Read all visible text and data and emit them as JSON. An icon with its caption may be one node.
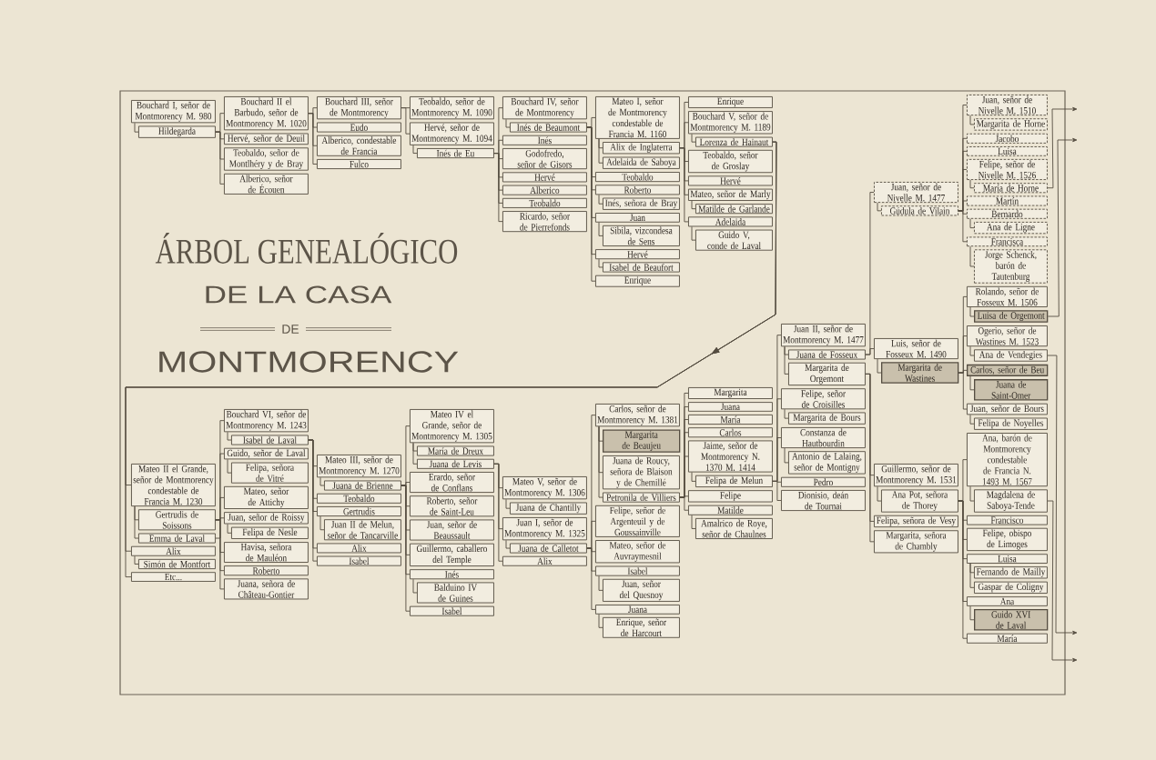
{
  "diagram": {
    "title": "ÁRBOL GENEALÓGICO",
    "labels": [
      "DE LA CASA",
      "DE",
      "MONTMORENCY"
    ],
    "nodes": [
      {
        "text": [
          "Bouchard I, señor de Montmorency M. 980"
        ]
      },
      {
        "text": [
          "Hildegarda"
        ]
      },
      {
        "text": [
          "Bouchard II el Barbudo, señor de Montmorency M. 1020"
        ]
      },
      {
        "text": [
          "Hervé, señor de Deuil"
        ]
      },
      {
        "text": [
          "Teobaldo, señor de Montlhéry y de Bray"
        ]
      },
      {
        "text": [
          "Alberico, señor de Écouen"
        ]
      },
      {
        "text": [
          "Bouchard III, señor de Montmorency"
        ]
      },
      {
        "text": [
          "Eudo"
        ]
      },
      {
        "text": [
          "Alberico, condestable de Francia"
        ]
      },
      {
        "text": [
          "Fulco"
        ]
      },
      {
        "text": [
          "Teobaldo, señor de Montmorency M. 1090"
        ]
      },
      {
        "text": [
          "Hervé, señor de Montmorency M. 1094"
        ]
      },
      {
        "text": [
          "Inés de Eu"
        ]
      },
      {
        "text": [
          "Bouchard IV, señor de Montmorency"
        ]
      },
      {
        "text": [
          "Inés de Beaumont"
        ]
      },
      {
        "text": [
          "Inés"
        ]
      },
      {
        "text": [
          "Godofredo, señor de Gisors"
        ]
      },
      {
        "text": [
          "Hervé"
        ]
      },
      {
        "text": [
          "Alberico"
        ]
      },
      {
        "text": [
          "Teobaldo"
        ]
      },
      {
        "text": [
          "Ricardo, señor de Pierrefonds"
        ]
      },
      {
        "text": [
          "Mateo I, señor de Montmorency condestable de Francia M. 1160"
        ]
      },
      {
        "text": [
          "Alix de Inglaterra"
        ]
      },
      {
        "text": [
          "Adelaida de Saboya"
        ]
      },
      {
        "text": [
          "Teobaldo"
        ]
      },
      {
        "text": [
          "Roberto"
        ]
      },
      {
        "text": [
          "Inés, señora de Bray"
        ]
      },
      {
        "text": [
          "Juan"
        ]
      },
      {
        "text": [
          "Sibila, vizcondesa de Sens"
        ]
      },
      {
        "text": [
          "Hervé"
        ]
      },
      {
        "text": [
          "Isabel de Beaufort"
        ]
      },
      {
        "text": [
          "Enrique"
        ]
      },
      {
        "text": [
          "Enrique"
        ]
      },
      {
        "text": [
          "Bouchard V, señor de Montmorency M. 1189"
        ]
      },
      {
        "text": [
          "Lorenza de Hainaut"
        ]
      },
      {
        "text": [
          "Teobaldo, señor de Groslay"
        ]
      },
      {
        "text": [
          "Hervé"
        ]
      },
      {
        "text": [
          "Mateo, señor de Marly"
        ]
      },
      {
        "text": [
          "Matilde de Garlande"
        ]
      },
      {
        "text": [
          "Adelaida"
        ]
      },
      {
        "text": [
          "Guido V, conde de Laval"
        ]
      },
      {
        "text": [
          "Juan, señor de Nivelle M. 1477"
        ]
      },
      {
        "text": [
          "Gúdula de Vilain"
        ]
      },
      {
        "text": [
          "Juan, señor de Nivelle M. 1510"
        ]
      },
      {
        "text": [
          "Margarita de Horne"
        ]
      },
      {
        "text": [
          "Jacobo"
        ]
      },
      {
        "text": [
          "Luisa"
        ]
      },
      {
        "text": [
          "Felipe, señor de Nivelle M. 1526"
        ]
      },
      {
        "text": [
          "María de Horne"
        ]
      },
      {
        "text": [
          "Martín"
        ]
      },
      {
        "text": [
          "Bernardo"
        ]
      },
      {
        "text": [
          "Ana de Ligne"
        ]
      },
      {
        "text": [
          "Francisca"
        ]
      },
      {
        "text": [
          "Jorge Schenck, barón de Tautenburg"
        ]
      },
      {
        "text": [
          "Juan II, señor de Montmorency M. 1477"
        ]
      },
      {
        "text": [
          "Juana de Fosseux"
        ]
      },
      {
        "text": [
          "Margarita de Orgemont"
        ]
      },
      {
        "text": [
          "Felipe, señor de Croisilles"
        ]
      },
      {
        "text": [
          "Margarita de Bours"
        ]
      },
      {
        "text": [
          "Constanza de Hautbourdin"
        ]
      },
      {
        "text": [
          "Antonio de Lalaing, señor de Montigny"
        ]
      },
      {
        "text": [
          "Pedro"
        ]
      },
      {
        "text": [
          "Dionisio, deán de Tournai"
        ]
      },
      {
        "text": [
          "Luis, señor de Fosseux M. 1490"
        ]
      },
      {
        "text": [
          "Margarita de Wastines"
        ]
      },
      {
        "text": [
          "Rolando, señor de Fosseux M. 1506"
        ]
      },
      {
        "text": [
          "Luisa de Orgemont"
        ]
      },
      {
        "text": [
          "Ogerio, señor de Wastines M. 1523"
        ]
      },
      {
        "text": [
          "Ana de Vendegies"
        ]
      },
      {
        "text": [
          "Carlos, señor de Beu"
        ]
      },
      {
        "text": [
          "Juana de Saint-Omer"
        ]
      },
      {
        "text": [
          "Juan, señor de Bours"
        ]
      },
      {
        "text": [
          "Felipa de Noyelles"
        ]
      },
      {
        "text": [
          "Guillermo, señor de Montmorency M. 1531"
        ]
      },
      {
        "text": [
          "Ana Pot, señora de Thorey"
        ]
      },
      {
        "text": [
          "Felipa, señora de Vesy"
        ]
      },
      {
        "text": [
          "Margarita, señora de Chambly"
        ]
      },
      {
        "text": [
          "Ana, barón de Montmorency condestable de Francia N. 1493 M. 1567"
        ]
      },
      {
        "text": [
          "Magdalena de Saboya-Tende"
        ]
      },
      {
        "text": [
          "Francisco"
        ]
      },
      {
        "text": [
          "Felipe, obispo de Limoges"
        ]
      },
      {
        "text": [
          "Luisa"
        ]
      },
      {
        "text": [
          "Fernando de Mailly"
        ]
      },
      {
        "text": [
          "Gaspar de Coligny"
        ]
      },
      {
        "text": [
          "Ana"
        ]
      },
      {
        "text": [
          "Guido XVI de Laval"
        ]
      },
      {
        "text": [
          "María"
        ]
      },
      {
        "text": [
          "Mateo II el Grande, señor de Montmorency condestable de Francia M. 1230"
        ]
      },
      {
        "text": [
          "Gertrudis de Soissons"
        ]
      },
      {
        "text": [
          "Emma de Laval"
        ]
      },
      {
        "text": [
          "Alix"
        ]
      },
      {
        "text": [
          "Simón de Montfort"
        ]
      },
      {
        "text": [
          "Etc..."
        ]
      },
      {
        "text": [
          "Bouchard VI, señor de Montmorency M. 1243"
        ]
      },
      {
        "text": [
          "Isabel de Laval"
        ]
      },
      {
        "text": [
          "Guido, señor de Laval"
        ]
      },
      {
        "text": [
          "Felipa, señora de Vitré"
        ]
      },
      {
        "text": [
          "Mateo, señor de Attichy"
        ]
      },
      {
        "text": [
          "Juan, señor de Roissy"
        ]
      },
      {
        "text": [
          "Felipa de Nesle"
        ]
      },
      {
        "text": [
          "Havisa, señora de Mauléon"
        ]
      },
      {
        "text": [
          "Roberto"
        ]
      },
      {
        "text": [
          "Juana, señora de Château-Gontier"
        ]
      },
      {
        "text": [
          "Mateo III, señor de Montmorency M. 1270"
        ]
      },
      {
        "text": [
          "Juana de Brienne"
        ]
      },
      {
        "text": [
          "Teobaldo"
        ]
      },
      {
        "text": [
          "Gertrudis"
        ]
      },
      {
        "text": [
          "Juan II de Melun, señor de Tancarville"
        ]
      },
      {
        "text": [
          "Alix"
        ]
      },
      {
        "text": [
          "Isabel"
        ]
      },
      {
        "text": [
          "Mateo IV el Grande, señor de Montmorency M. 1305"
        ]
      },
      {
        "text": [
          "María de Dreux"
        ]
      },
      {
        "text": [
          "Juana de Levis"
        ]
      },
      {
        "text": [
          "Erardo, señor de Conflans"
        ]
      },
      {
        "text": [
          "Roberto, señor de Saint-Leu"
        ]
      },
      {
        "text": [
          "Juan, señor de Beaussault"
        ]
      },
      {
        "text": [
          "Guillermo, caballero del Temple"
        ]
      },
      {
        "text": [
          "Inés"
        ]
      },
      {
        "text": [
          "Balduino IV de Guines"
        ]
      },
      {
        "text": [
          "Isabel"
        ]
      },
      {
        "text": [
          "Mateo V, señor de Montmorency M. 1306"
        ]
      },
      {
        "text": [
          "Juana de Chantilly"
        ]
      },
      {
        "text": [
          "Juan I, señor de Montmorency M. 1325"
        ]
      },
      {
        "text": [
          "Juana de Calletot"
        ]
      },
      {
        "text": [
          "Alix"
        ]
      },
      {
        "text": [
          "Carlos, señor de Montmorency M. 1381"
        ]
      },
      {
        "text": [
          "Margarita de Beaujeu"
        ]
      },
      {
        "text": [
          "Juana de Roucy, señora de Blaison y de Chemillé"
        ]
      },
      {
        "text": [
          "Petronila de Villiers"
        ]
      },
      {
        "text": [
          "Felipe, señor de Argenteuil y de Goussainville"
        ]
      },
      {
        "text": [
          "Mateo, señor de Auvraymesnil"
        ]
      },
      {
        "text": [
          "Isabel"
        ]
      },
      {
        "text": [
          "Juan, señor del Quesnoy"
        ]
      },
      {
        "text": [
          "Juana"
        ]
      },
      {
        "text": [
          "Enrique, señor de Harcourt"
        ]
      },
      {
        "text": [
          "Margarita"
        ]
      },
      {
        "text": [
          "Juana"
        ]
      },
      {
        "text": [
          "María"
        ]
      },
      {
        "text": [
          "Carlos"
        ]
      },
      {
        "text": [
          "Jaime, señor de Montmorency N. 1370 M. 1414"
        ]
      },
      {
        "text": [
          "Felipa de Melun"
        ]
      },
      {
        "text": [
          "Felipe"
        ]
      },
      {
        "text": [
          "Matilde"
        ]
      },
      {
        "text": [
          "Amalrico de Roye, señor de Chaulnes"
        ]
      }
    ],
    "edges": [
      {
        "from": 0,
        "to": 1,
        "arrow": "none"
      },
      {
        "from": 1,
        "to": 2,
        "arrow": "none"
      },
      {
        "from": 1,
        "to": 3,
        "arrow": "none"
      },
      {
        "from": 1,
        "to": 4,
        "arrow": "none"
      },
      {
        "from": 1,
        "to": 5,
        "arrow": "none"
      },
      {
        "from": 2,
        "to": 6,
        "arrow": "none"
      },
      {
        "from": 2,
        "to": 7,
        "arrow": "none"
      },
      {
        "from": 2,
        "to": 8,
        "arrow": "none"
      },
      {
        "from": 2,
        "to": 9,
        "arrow": "none"
      },
      {
        "from": 6,
        "to": 10,
        "arrow": "none"
      },
      {
        "from": 6,
        "to": 11,
        "arrow": "none"
      },
      {
        "from": 11,
        "to": 12,
        "arrow": "none"
      },
      {
        "from": 12,
        "to": 13,
        "arrow": "none"
      },
      {
        "from": 13,
        "to": 14,
        "arrow": "none"
      },
      {
        "from": 12,
        "to": 15,
        "arrow": "none"
      },
      {
        "from": 12,
        "to": 16,
        "arrow": "none"
      },
      {
        "from": 12,
        "to": 17,
        "arrow": "none"
      },
      {
        "from": 12,
        "to": 18,
        "arrow": "none"
      },
      {
        "from": 12,
        "to": 19,
        "arrow": "none"
      },
      {
        "from": 12,
        "to": 20,
        "arrow": "none"
      },
      {
        "from": 14,
        "to": 21,
        "arrow": "none"
      },
      {
        "from": 21,
        "to": 22,
        "arrow": "none"
      },
      {
        "from": 21,
        "to": 23,
        "arrow": "none"
      },
      {
        "from": 14,
        "to": 24,
        "arrow": "none"
      },
      {
        "from": 14,
        "to": 25,
        "arrow": "none"
      },
      {
        "from": 25,
        "to": 26,
        "arrow": "none"
      },
      {
        "from": 14,
        "to": 27,
        "arrow": "none"
      },
      {
        "from": 27,
        "to": 28,
        "arrow": "none"
      },
      {
        "from": 14,
        "to": 29,
        "arrow": "none"
      },
      {
        "from": 29,
        "to": 30,
        "arrow": "none"
      },
      {
        "from": 14,
        "to": 31,
        "arrow": "none"
      },
      {
        "from": 22,
        "to": 32,
        "arrow": "none"
      },
      {
        "from": 22,
        "to": 33,
        "arrow": "none"
      },
      {
        "from": 33,
        "to": 34,
        "arrow": "none"
      },
      {
        "from": 22,
        "to": 35,
        "arrow": "none"
      },
      {
        "from": 22,
        "to": 36,
        "arrow": "none"
      },
      {
        "from": 22,
        "to": 37,
        "arrow": "none"
      },
      {
        "from": 37,
        "to": 38,
        "arrow": "none"
      },
      {
        "from": 22,
        "to": 39,
        "arrow": "none"
      },
      {
        "from": 39,
        "to": 40,
        "arrow": "none"
      },
      {
        "from": 34,
        "to": 87,
        "arrow": "to"
      },
      {
        "from": 34,
        "to": 90,
        "arrow": "to"
      },
      {
        "from": 34,
        "to": 92,
        "arrow": "to"
      },
      {
        "from": 87,
        "to": 88,
        "arrow": "none"
      },
      {
        "from": 87,
        "to": 89,
        "arrow": "none"
      },
      {
        "from": 90,
        "to": 91,
        "arrow": "none"
      },
      {
        "from": 88,
        "to": 93,
        "arrow": "none"
      },
      {
        "from": 93,
        "to": 94,
        "arrow": "none"
      },
      {
        "from": 89,
        "to": 95,
        "arrow": "none"
      },
      {
        "from": 95,
        "to": 96,
        "arrow": "none"
      },
      {
        "from": 88,
        "to": 97,
        "arrow": "none"
      },
      {
        "from": 88,
        "to": 98,
        "arrow": "none"
      },
      {
        "from": 98,
        "to": 99,
        "arrow": "none"
      },
      {
        "from": 88,
        "to": 100,
        "arrow": "none"
      },
      {
        "from": 88,
        "to": 101,
        "arrow": "none"
      },
      {
        "from": 88,
        "to": 102,
        "arrow": "none"
      },
      {
        "from": 94,
        "to": 103,
        "arrow": "none"
      },
      {
        "from": 103,
        "to": 104,
        "arrow": "none"
      },
      {
        "from": 94,
        "to": 105,
        "arrow": "none"
      },
      {
        "from": 94,
        "to": 106,
        "arrow": "none"
      },
      {
        "from": 106,
        "to": 107,
        "arrow": "none"
      },
      {
        "from": 94,
        "to": 108,
        "arrow": "none"
      },
      {
        "from": 94,
        "to": 109,
        "arrow": "none"
      },
      {
        "from": 104,
        "to": 110,
        "arrow": "none"
      },
      {
        "from": 110,
        "to": 111,
        "arrow": "none"
      },
      {
        "from": 110,
        "to": 112,
        "arrow": "none"
      },
      {
        "from": 104,
        "to": 113,
        "arrow": "none"
      },
      {
        "from": 104,
        "to": 114,
        "arrow": "none"
      },
      {
        "from": 104,
        "to": 115,
        "arrow": "none"
      },
      {
        "from": 104,
        "to": 116,
        "arrow": "none"
      },
      {
        "from": 104,
        "to": 117,
        "arrow": "none"
      },
      {
        "from": 117,
        "to": 118,
        "arrow": "none"
      },
      {
        "from": 104,
        "to": 119,
        "arrow": "none"
      },
      {
        "from": 112,
        "to": 120,
        "arrow": "none"
      },
      {
        "from": 120,
        "to": 121,
        "arrow": "none"
      },
      {
        "from": 112,
        "to": 122,
        "arrow": "none"
      },
      {
        "from": 122,
        "to": 123,
        "arrow": "none"
      },
      {
        "from": 112,
        "to": 124,
        "arrow": "none"
      },
      {
        "from": 123,
        "to": 125,
        "arrow": "none"
      },
      {
        "from": 125,
        "to": 126,
        "arrow": "none"
      },
      {
        "from": 125,
        "to": 127,
        "arrow": "none"
      },
      {
        "from": 125,
        "to": 128,
        "arrow": "none"
      },
      {
        "from": 123,
        "to": 129,
        "arrow": "none"
      },
      {
        "from": 123,
        "to": 130,
        "arrow": "none"
      },
      {
        "from": 123,
        "to": 131,
        "arrow": "none"
      },
      {
        "from": 131,
        "to": 132,
        "arrow": "none"
      },
      {
        "from": 123,
        "to": 133,
        "arrow": "none"
      },
      {
        "from": 133,
        "to": 134,
        "arrow": "none"
      },
      {
        "from": 128,
        "to": 135,
        "arrow": "none"
      },
      {
        "from": 128,
        "to": 136,
        "arrow": "none"
      },
      {
        "from": 128,
        "to": 137,
        "arrow": "none"
      },
      {
        "from": 128,
        "to": 138,
        "arrow": "none"
      },
      {
        "from": 128,
        "to": 139,
        "arrow": "none"
      },
      {
        "from": 139,
        "to": 140,
        "arrow": "none"
      },
      {
        "from": 128,
        "to": 141,
        "arrow": "none"
      },
      {
        "from": 128,
        "to": 142,
        "arrow": "none"
      },
      {
        "from": 142,
        "to": 143,
        "arrow": "none"
      },
      {
        "from": 140,
        "to": 54,
        "arrow": "none"
      },
      {
        "from": 54,
        "to": 55,
        "arrow": "none"
      },
      {
        "from": 54,
        "to": 56,
        "arrow": "none"
      },
      {
        "from": 140,
        "to": 57,
        "arrow": "none"
      },
      {
        "from": 57,
        "to": 58,
        "arrow": "none"
      },
      {
        "from": 140,
        "to": 59,
        "arrow": "none"
      },
      {
        "from": 59,
        "to": 60,
        "arrow": "none"
      },
      {
        "from": 140,
        "to": 61,
        "arrow": "none"
      },
      {
        "from": 140,
        "to": 62,
        "arrow": "none"
      },
      {
        "from": 55,
        "to": 41,
        "arrow": "none"
      },
      {
        "from": 41,
        "to": 42,
        "arrow": "none"
      },
      {
        "from": 55,
        "to": 63,
        "arrow": "none"
      },
      {
        "from": 63,
        "to": 64,
        "arrow": "none"
      },
      {
        "from": 42,
        "to": 43,
        "arrow": "none"
      },
      {
        "from": 43,
        "to": 44,
        "arrow": "none"
      },
      {
        "from": 42,
        "to": 45,
        "arrow": "none"
      },
      {
        "from": 42,
        "to": 46,
        "arrow": "none"
      },
      {
        "from": 42,
        "to": 47,
        "arrow": "none"
      },
      {
        "from": 47,
        "to": 48,
        "arrow": "none"
      },
      {
        "from": 42,
        "to": 49,
        "arrow": "none"
      },
      {
        "from": 42,
        "to": 50,
        "arrow": "none"
      },
      {
        "from": 50,
        "to": 51,
        "arrow": "none"
      },
      {
        "from": 42,
        "to": 52,
        "arrow": "none"
      },
      {
        "from": 52,
        "to": 53,
        "arrow": "none"
      },
      {
        "from": 64,
        "to": 65,
        "arrow": "none"
      },
      {
        "from": 65,
        "to": 66,
        "arrow": "none"
      },
      {
        "from": 64,
        "to": 67,
        "arrow": "none"
      },
      {
        "from": 67,
        "to": 68,
        "arrow": "none"
      },
      {
        "from": 64,
        "to": 69,
        "arrow": "none"
      },
      {
        "from": 69,
        "to": 70,
        "arrow": "none"
      },
      {
        "from": 64,
        "to": 71,
        "arrow": "none"
      },
      {
        "from": 71,
        "to": 72,
        "arrow": "none"
      },
      {
        "from": 56,
        "to": 73,
        "arrow": "none"
      },
      {
        "from": 73,
        "to": 74,
        "arrow": "none"
      },
      {
        "from": 56,
        "to": 75,
        "arrow": "none"
      },
      {
        "from": 56,
        "to": 76,
        "arrow": "none"
      },
      {
        "from": 74,
        "to": 77,
        "arrow": "none"
      },
      {
        "from": 77,
        "to": 78,
        "arrow": "none"
      },
      {
        "from": 74,
        "to": 79,
        "arrow": "none"
      },
      {
        "from": 74,
        "to": 80,
        "arrow": "none"
      },
      {
        "from": 74,
        "to": 81,
        "arrow": "none"
      },
      {
        "from": 81,
        "to": 82,
        "arrow": "none"
      },
      {
        "from": 81,
        "to": 83,
        "arrow": "none"
      },
      {
        "from": 74,
        "to": 84,
        "arrow": "none"
      },
      {
        "from": 84,
        "to": 85,
        "arrow": "none"
      },
      {
        "from": 74,
        "to": 86,
        "arrow": "none"
      },
      {
        "from": 48,
        "to": null,
        "arrow": "to"
      },
      {
        "from": 66,
        "to": null,
        "arrow": "to"
      },
      {
        "from": 68,
        "to": null,
        "arrow": "to"
      },
      {
        "from": 78,
        "to": null,
        "arrow": "to"
      }
    ]
  }
}
